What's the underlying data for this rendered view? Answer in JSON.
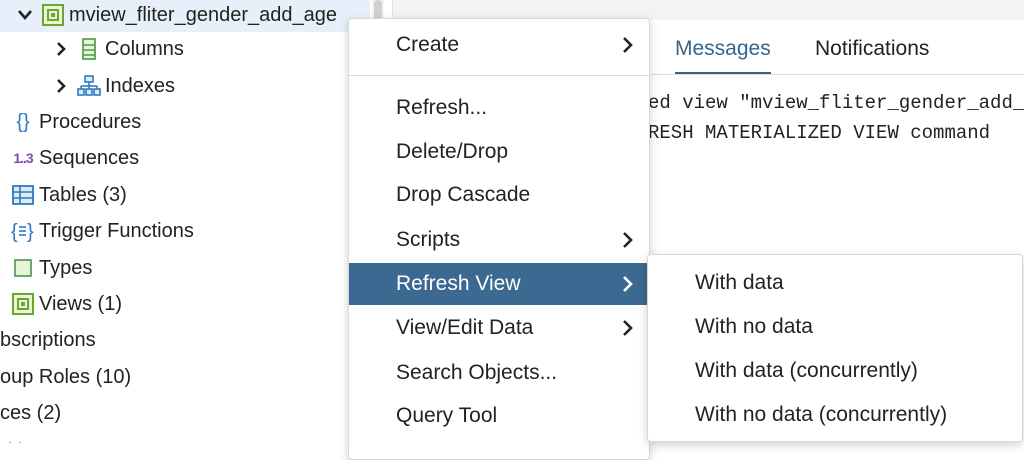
{
  "tree": {
    "selected_node": "mview_fliter_gender_add_age",
    "columns": "Columns",
    "indexes": "Indexes",
    "procedures": "Procedures",
    "sequences_icon_text": "1..3",
    "sequences": "Sequences",
    "tables": "Tables (3)",
    "trigger_functions": "Trigger Functions",
    "types": "Types",
    "views": "Views (1)",
    "subscriptions": "bscriptions",
    "group_roles": "oup Roles (10)",
    "resources": "ces (2)"
  },
  "panel": {
    "tabs": [
      "Messages",
      "Notifications"
    ],
    "active_tab": "Messages",
    "messages": [
      "ed view \"mview_fliter_gender_add_age\"",
      "RESH MATERIALIZED VIEW command"
    ]
  },
  "context_menu": {
    "items": [
      "Create",
      "Refresh...",
      "Delete/Drop",
      "Drop Cascade",
      "Scripts",
      "Refresh View",
      "View/Edit Data",
      "Search Objects...",
      "Query Tool"
    ],
    "highlighted": "Refresh View"
  },
  "submenu": {
    "items": [
      "With data",
      "With no data",
      "With data (concurrently)",
      "With no data (concurrently)"
    ]
  },
  "colors": {
    "menu_highlight": "#3b6991",
    "active_tab": "#326690",
    "tree_selection": "#e7f0fa",
    "mview_icon": "#8dc63f",
    "table_icon": "#2f79c3"
  }
}
